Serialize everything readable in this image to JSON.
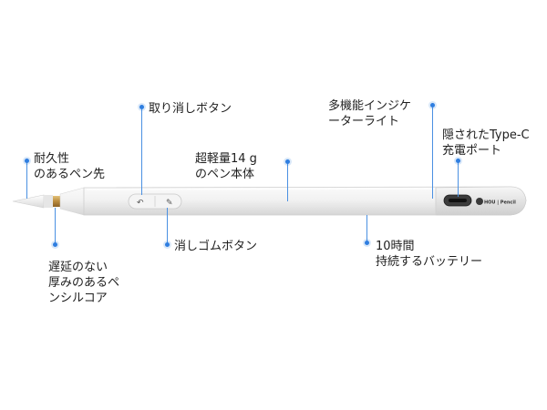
{
  "accent_color": "#2f7ee0",
  "pen": {
    "brand_text": "HOU | Pencil",
    "body_color": "#f1f1f1"
  },
  "labels": {
    "undo_button": "取り消しボタン",
    "indicator_light": [
      "多機能インジケ",
      "ーターライト"
    ],
    "hidden_typec": [
      "隠されたType-C",
      "充電ポート"
    ],
    "weight": [
      "超軽量14 g",
      "のペン本体"
    ],
    "durable_tip": [
      "耐久性",
      "のあるペン先"
    ],
    "erase_button": "消しゴムボタン",
    "battery": [
      "10時間",
      "持続するバッテリー"
    ],
    "pencil_core": [
      "遅延のない",
      "厚みのあるペ",
      "ンシルコア"
    ]
  }
}
